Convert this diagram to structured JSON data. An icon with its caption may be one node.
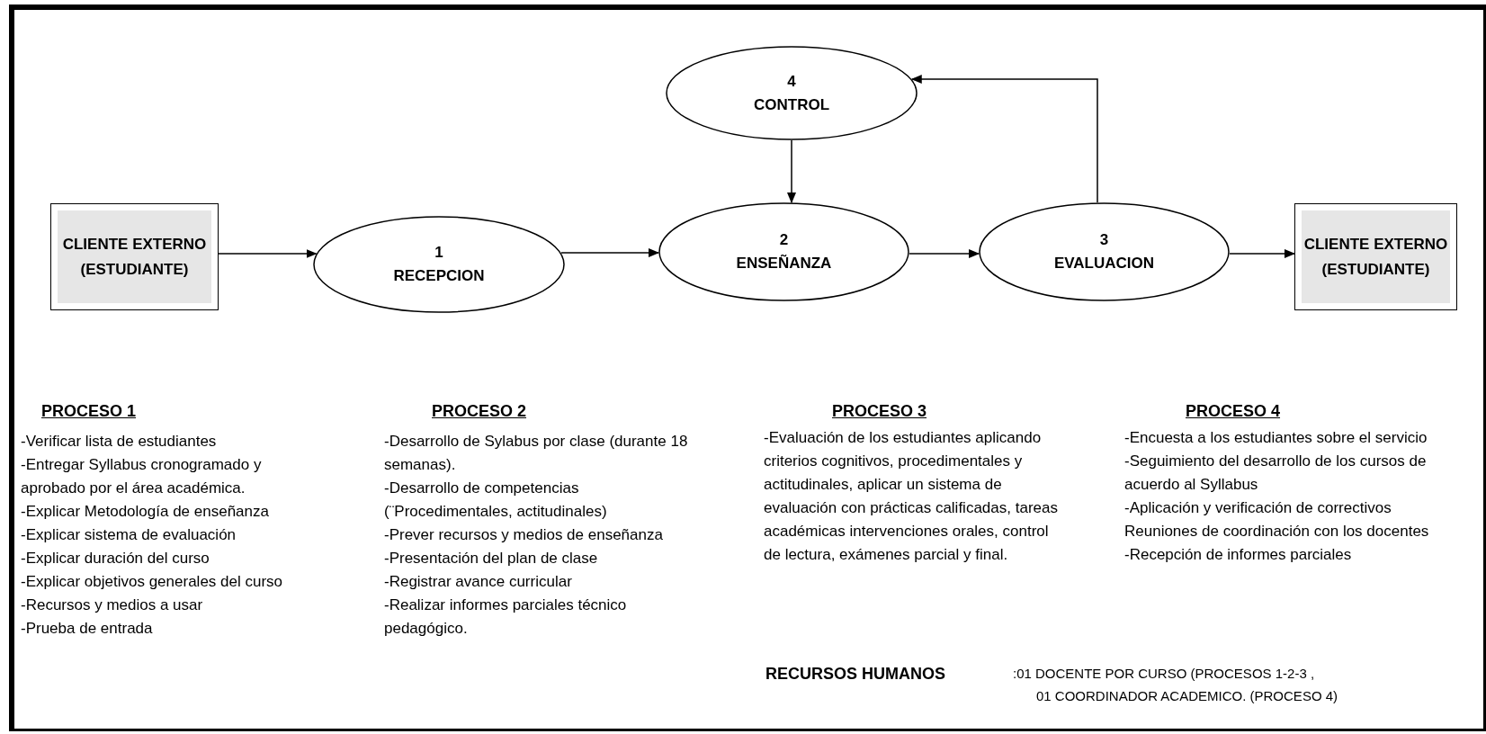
{
  "diagram": {
    "nodes": [
      {
        "text": [
          "CLIENTE EXTERNO (ESTUDIANTE)"
        ]
      },
      {
        "text": [
          "1",
          "RECEPCION"
        ]
      },
      {
        "text": [
          "2",
          "ENSEÑANZA"
        ]
      },
      {
        "text": [
          "3",
          "EVALUACION"
        ]
      },
      {
        "text": [
          "4",
          "CONTROL"
        ]
      },
      {
        "text": [
          "CLIENTE EXTERNO (ESTUDIANTE)"
        ]
      }
    ],
    "edges": [
      {
        "from": 0,
        "to": 1,
        "arrow": "to"
      },
      {
        "from": 1,
        "to": 2,
        "arrow": "to"
      },
      {
        "from": 2,
        "to": 3,
        "arrow": "to"
      },
      {
        "from": 3,
        "to": 5,
        "arrow": "to"
      },
      {
        "from": 4,
        "to": 2,
        "arrow": "to"
      },
      {
        "from": 3,
        "to": 4,
        "arrow": "to"
      }
    ],
    "labels": [
      "PROCESO 1",
      "PROCESO 2",
      "PROCESO 3",
      "PROCESO 4",
      "-Verificar lista de estudiantes",
      "-Entregar Syllabus cronogramado y aprobado por el área académica.",
      "-Explicar Metodología de enseñanza",
      "-Explicar sistema de evaluación",
      "-Explicar duración del curso",
      "-Explicar objetivos generales del curso",
      "-Recursos y medios a usar",
      "-Prueba de entrada",
      "-Desarrollo de Sylabus por clase (durante 18 semanas).",
      "-Desarrollo de competencias (¨Procedimentales, actitudinales)",
      "-Prever recursos y medios de enseñanza",
      "-Presentación del plan de clase",
      "-Registrar avance curricular",
      "-Realizar informes parciales técnico pedagógico.",
      "-Evaluación de los estudiantes aplicando criterios cognitivos, procedimentales y actitudinales, aplicar un sistema de evaluación con prácticas calificadas, tareas académicas intervenciones orales, control de lectura, exámenes parcial y final.",
      "-Encuesta a los estudiantes sobre el servicio",
      "-Seguimiento del desarrollo de los cursos de acuerdo al Syllabus",
      "-Aplicación y verificación de correctivos",
      "Reuniones de coordinación con los docentes",
      "-Recepción de informes parciales",
      "RECURSOS HUMANOS",
      ":01 DOCENTE POR CURSO (PROCESOS 1-2-3 ,",
      "01 COORDINADOR ACADEMICO. (PROCESO 4)"
    ]
  }
}
